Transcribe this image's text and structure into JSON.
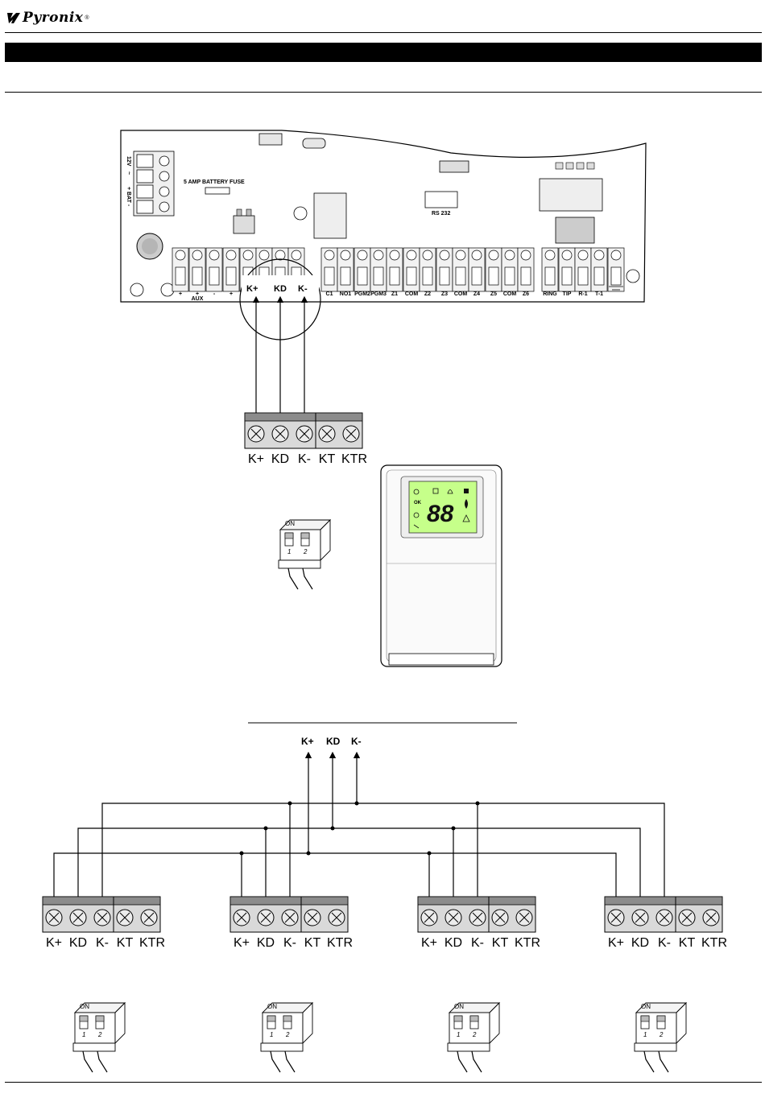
{
  "brand": {
    "logo_text": "Pyronix",
    "trademark": "®"
  },
  "panel": {
    "left_block_labels": [
      "12V",
      "~",
      "+ BAT -"
    ],
    "fuse_label": "5 AMP BATTERY FUSE",
    "rs232_label": "RS 232",
    "terminals": [
      "+",
      "+",
      "-",
      "+",
      "K+",
      "KD",
      "K-",
      "C1",
      "NO1",
      "PGM2",
      "PGM3",
      "Z1",
      "COM",
      "Z2",
      "Z3",
      "COM",
      "Z4",
      "Z5",
      "COM",
      "Z6",
      "RING",
      "TIP",
      "R-1",
      "T-1"
    ],
    "aux_label": "AUX",
    "zoom_labels": [
      "K+",
      "KD",
      "K-"
    ]
  },
  "keypad_terminal": {
    "labels": [
      "K+",
      "KD",
      "K-",
      "KT",
      "KTR"
    ]
  },
  "dip_switch": {
    "on_label": "ON",
    "positions": [
      "1",
      "2"
    ]
  },
  "keypad_display": {
    "digits": "88",
    "ok_label": "OK"
  },
  "bus": {
    "labels": [
      "K+",
      "KD",
      "K-"
    ]
  },
  "keypads": [
    {
      "labels": [
        "K+",
        "KD",
        "K-",
        "KT",
        "KTR"
      ],
      "dip": {
        "on_label": "ON",
        "positions": [
          "1",
          "2"
        ]
      }
    },
    {
      "labels": [
        "K+",
        "KD",
        "K-",
        "KT",
        "KTR"
      ],
      "dip": {
        "on_label": "ON",
        "positions": [
          "1",
          "2"
        ]
      }
    },
    {
      "labels": [
        "K+",
        "KD",
        "K-",
        "KT",
        "KTR"
      ],
      "dip": {
        "on_label": "ON",
        "positions": [
          "1",
          "2"
        ]
      }
    },
    {
      "labels": [
        "K+",
        "KD",
        "K-",
        "KT",
        "KTR"
      ],
      "dip": {
        "on_label": "ON",
        "positions": [
          "1",
          "2"
        ]
      }
    }
  ]
}
